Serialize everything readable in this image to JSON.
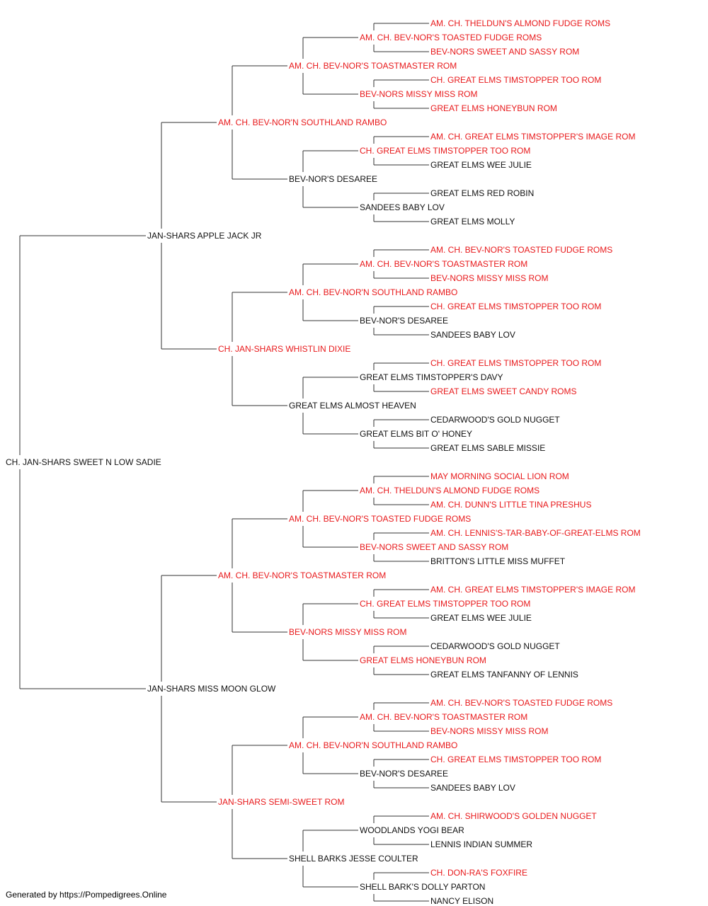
{
  "colors": {
    "champion": "#e8191b",
    "normal": "#111111",
    "line": "#333333"
  },
  "pedigree": {
    "name": "CH. JAN-SHARS SWEET N LOW SADIE",
    "red": false,
    "sire": {
      "name": "JAN-SHARS APPLE JACK JR",
      "red": false,
      "sire": {
        "name": "AM. CH. BEV-NOR'N SOUTHLAND RAMBO",
        "red": true,
        "sire": {
          "name": "AM. CH. BEV-NOR'S TOASTMASTER ROM",
          "red": true,
          "sire": {
            "name": "AM. CH. BEV-NOR'S TOASTED FUDGE ROMS",
            "red": true,
            "sire": {
              "name": "AM. CH. THELDUN'S ALMOND FUDGE ROMS",
              "red": true
            },
            "dam": {
              "name": "BEV-NORS SWEET AND SASSY ROM",
              "red": true
            }
          },
          "dam": {
            "name": "BEV-NORS MISSY MISS ROM",
            "red": true,
            "sire": {
              "name": "CH. GREAT ELMS TIMSTOPPER TOO ROM",
              "red": true
            },
            "dam": {
              "name": "GREAT ELMS HONEYBUN ROM",
              "red": true
            }
          }
        },
        "dam": {
          "name": "BEV-NOR'S DESAREE",
          "red": false,
          "sire": {
            "name": "CH. GREAT ELMS TIMSTOPPER TOO ROM",
            "red": true,
            "sire": {
              "name": "AM. CH. GREAT ELMS TIMSTOPPER'S IMAGE ROM",
              "red": true
            },
            "dam": {
              "name": "GREAT ELMS WEE JULIE",
              "red": false
            }
          },
          "dam": {
            "name": "SANDEES BABY LOV",
            "red": false,
            "sire": {
              "name": "GREAT ELMS RED ROBIN",
              "red": false
            },
            "dam": {
              "name": "GREAT ELMS MOLLY",
              "red": false
            }
          }
        }
      },
      "dam": {
        "name": "CH. JAN-SHARS WHISTLIN DIXIE",
        "red": true,
        "sire": {
          "name": "AM. CH. BEV-NOR'N SOUTHLAND RAMBO",
          "red": true,
          "sire": {
            "name": "AM. CH. BEV-NOR'S TOASTMASTER ROM",
            "red": true,
            "sire": {
              "name": "AM. CH. BEV-NOR'S TOASTED FUDGE ROMS",
              "red": true
            },
            "dam": {
              "name": "BEV-NORS MISSY MISS ROM",
              "red": true
            }
          },
          "dam": {
            "name": "BEV-NOR'S DESAREE",
            "red": false,
            "sire": {
              "name": "CH. GREAT ELMS TIMSTOPPER TOO ROM",
              "red": true
            },
            "dam": {
              "name": "SANDEES BABY LOV",
              "red": false
            }
          }
        },
        "dam": {
          "name": "GREAT ELMS ALMOST HEAVEN",
          "red": false,
          "sire": {
            "name": "GREAT ELMS TIMSTOPPER'S DAVY",
            "red": false,
            "sire": {
              "name": "CH. GREAT ELMS TIMSTOPPER TOO ROM",
              "red": true
            },
            "dam": {
              "name": "GREAT ELMS SWEET CANDY ROMS",
              "red": true
            }
          },
          "dam": {
            "name": "GREAT ELMS BIT O' HONEY",
            "red": false,
            "sire": {
              "name": "CEDARWOOD'S GOLD NUGGET",
              "red": false
            },
            "dam": {
              "name": "GREAT ELMS SABLE MISSIE",
              "red": false
            }
          }
        }
      }
    },
    "dam": {
      "name": "JAN-SHARS MISS MOON GLOW",
      "red": false,
      "sire": {
        "name": "AM. CH. BEV-NOR'S TOASTMASTER ROM",
        "red": true,
        "sire": {
          "name": "AM. CH. BEV-NOR'S TOASTED FUDGE ROMS",
          "red": true,
          "sire": {
            "name": "AM. CH. THELDUN'S ALMOND FUDGE ROMS",
            "red": true,
            "sire": {
              "name": "MAY MORNING SOCIAL LION ROM",
              "red": true
            },
            "dam": {
              "name": "AM. CH. DUNN'S LITTLE TINA PRESHUS",
              "red": true
            }
          },
          "dam": {
            "name": "BEV-NORS SWEET AND SASSY ROM",
            "red": true,
            "sire": {
              "name": "AM. CH. LENNIS'S-TAR-BABY-OF-GREAT-ELMS ROM",
              "red": true
            },
            "dam": {
              "name": "BRITTON'S LITTLE MISS MUFFET",
              "red": false
            }
          }
        },
        "dam": {
          "name": "BEV-NORS MISSY MISS ROM",
          "red": true,
          "sire": {
            "name": "CH. GREAT ELMS TIMSTOPPER TOO ROM",
            "red": true,
            "sire": {
              "name": "AM. CH. GREAT ELMS TIMSTOPPER'S IMAGE ROM",
              "red": true
            },
            "dam": {
              "name": "GREAT ELMS WEE JULIE",
              "red": false
            }
          },
          "dam": {
            "name": "GREAT ELMS HONEYBUN ROM",
            "red": true,
            "sire": {
              "name": "CEDARWOOD'S GOLD NUGGET",
              "red": false
            },
            "dam": {
              "name": "GREAT ELMS TANFANNY OF LENNIS",
              "red": false
            }
          }
        }
      },
      "dam": {
        "name": "JAN-SHARS SEMI-SWEET ROM",
        "red": true,
        "sire": {
          "name": "AM. CH. BEV-NOR'N SOUTHLAND RAMBO",
          "red": true,
          "sire": {
            "name": "AM. CH. BEV-NOR'S TOASTMASTER ROM",
            "red": true,
            "sire": {
              "name": "AM. CH. BEV-NOR'S TOASTED FUDGE ROMS",
              "red": true
            },
            "dam": {
              "name": "BEV-NORS MISSY MISS ROM",
              "red": true
            }
          },
          "dam": {
            "name": "BEV-NOR'S DESAREE",
            "red": false,
            "sire": {
              "name": "CH. GREAT ELMS TIMSTOPPER TOO ROM",
              "red": true
            },
            "dam": {
              "name": "SANDEES BABY LOV",
              "red": false
            }
          }
        },
        "dam": {
          "name": "SHELL BARKS JESSE COULTER",
          "red": false,
          "sire": {
            "name": "WOODLANDS YOGI BEAR",
            "red": false,
            "sire": {
              "name": "AM. CH. SHIRWOOD'S GOLDEN NUGGET",
              "red": true
            },
            "dam": {
              "name": "LENNIS INDIAN SUMMER",
              "red": false
            }
          },
          "dam": {
            "name": "SHELL BARK'S DOLLY PARTON",
            "red": false,
            "sire": {
              "name": "CH. DON-RA'S FOXFIRE",
              "red": true
            },
            "dam": {
              "name": "NANCY ELISON",
              "red": false
            }
          }
        }
      }
    }
  },
  "footer": {
    "text": "Generated by https://Pompedigrees.Online"
  }
}
